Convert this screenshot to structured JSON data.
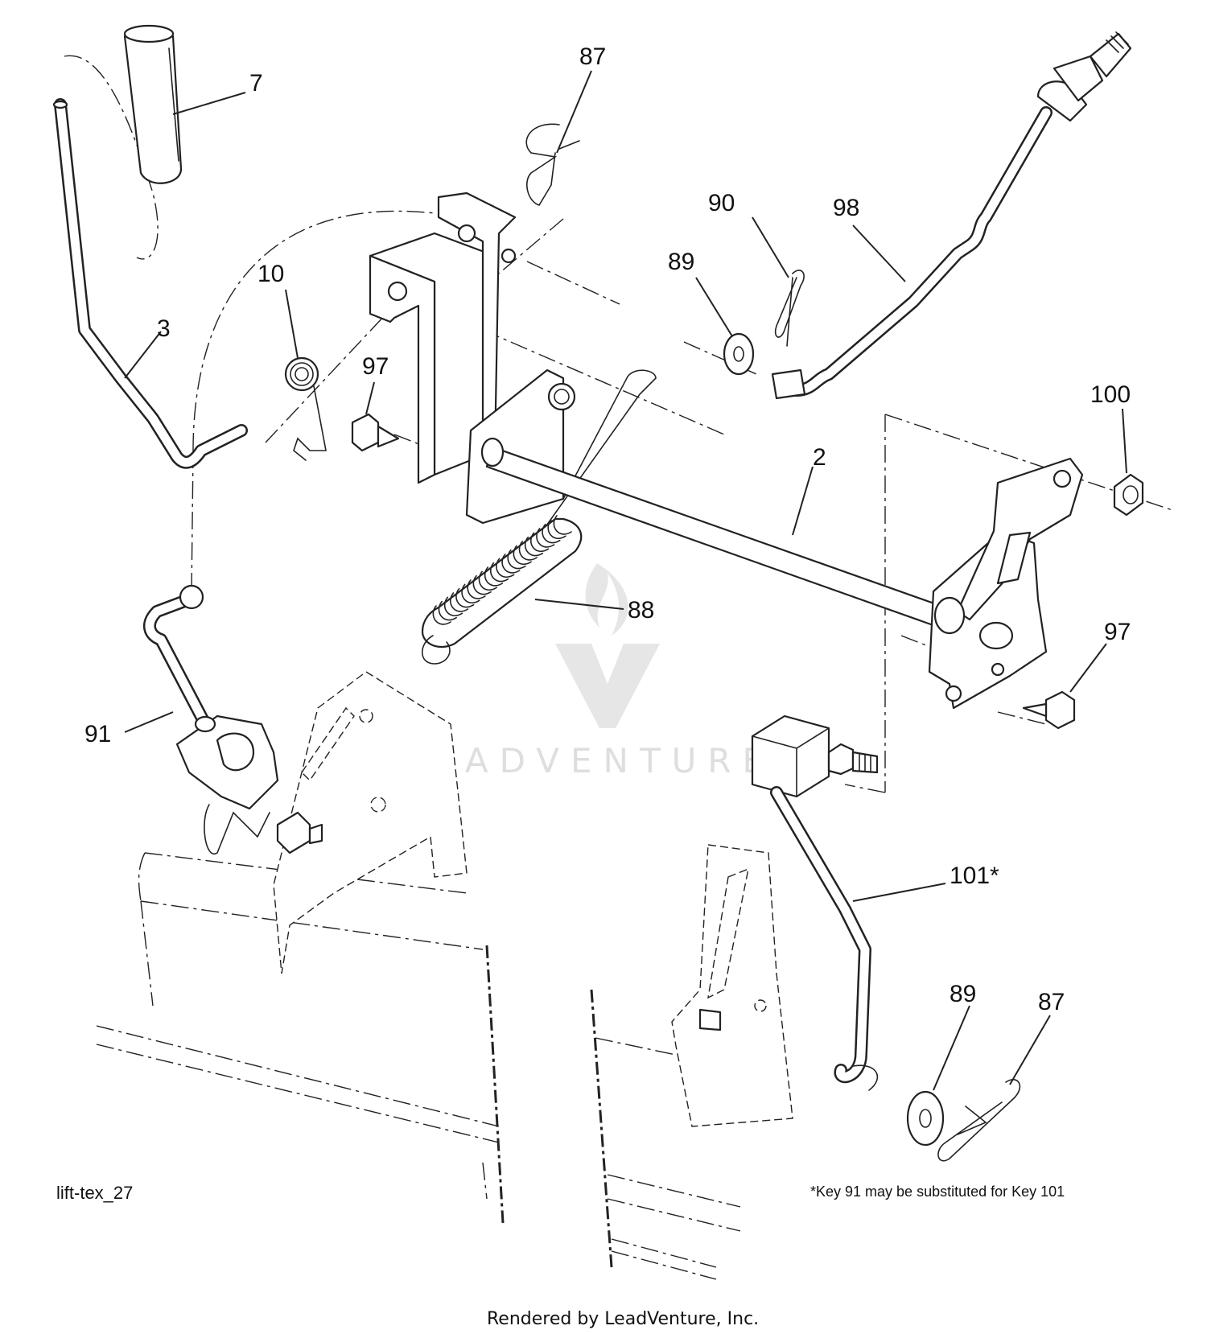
{
  "diagram": {
    "drawing_id": "lift-tex_27",
    "footnote": "*Key 91 may be substituted for Key 101",
    "footer": "Rendered by LeadVenture, Inc.",
    "watermark": "LEADVENTURE",
    "callouts": [
      {
        "id": "7",
        "label": "7"
      },
      {
        "id": "87a",
        "label": "87"
      },
      {
        "id": "90",
        "label": "90"
      },
      {
        "id": "98",
        "label": "98"
      },
      {
        "id": "89a",
        "label": "89"
      },
      {
        "id": "10",
        "label": "10"
      },
      {
        "id": "3",
        "label": "3"
      },
      {
        "id": "97a",
        "label": "97"
      },
      {
        "id": "100",
        "label": "100"
      },
      {
        "id": "2",
        "label": "2"
      },
      {
        "id": "88",
        "label": "88"
      },
      {
        "id": "97b",
        "label": "97"
      },
      {
        "id": "91",
        "label": "91"
      },
      {
        "id": "101",
        "label": "101*"
      },
      {
        "id": "89b",
        "label": "89"
      },
      {
        "id": "87b",
        "label": "87"
      }
    ]
  }
}
